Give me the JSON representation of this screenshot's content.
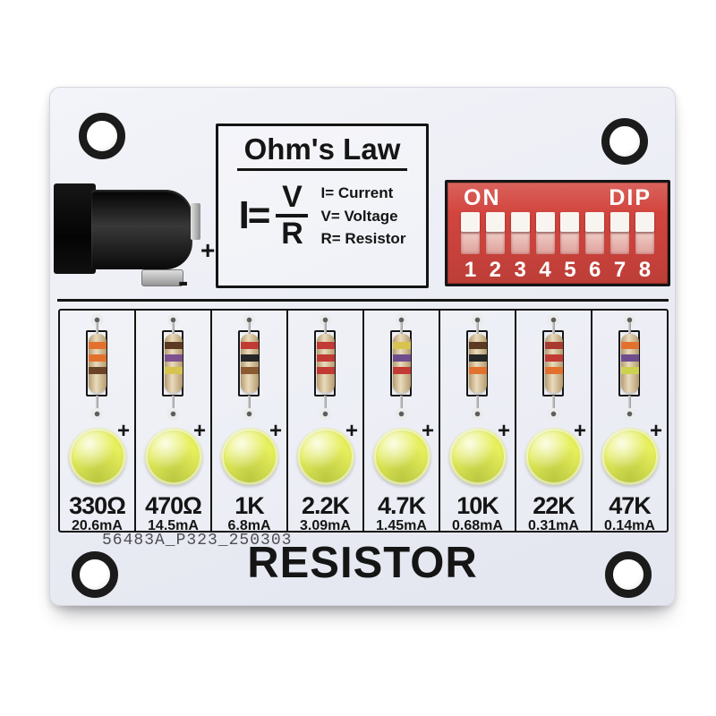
{
  "board_code": "56483A_P323_250303",
  "board_title": "RESISTOR",
  "dc_jack": {
    "plus_label": "+",
    "minus_label": "-"
  },
  "ohms_law": {
    "title": "Ohm's Law",
    "formula_left": "I=",
    "numerator": "V",
    "denominator": "R",
    "legend_i": "I= Current",
    "legend_v": "V= Voltage",
    "legend_r": "R= Resistor"
  },
  "dip_switch": {
    "on_label": "ON",
    "dip_label": "DIP",
    "positions": [
      "1",
      "2",
      "3",
      "4",
      "5",
      "6",
      "7",
      "8"
    ],
    "body_color": "#d2453e"
  },
  "led_plus_label": "+",
  "channels": [
    {
      "resistance": "330Ω",
      "current": "20.6mA",
      "bands": [
        "#e2712e",
        "#e2712e",
        "#6b4226"
      ]
    },
    {
      "resistance": "470Ω",
      "current": "14.5mA",
      "bands": [
        "#5c3a22",
        "#7d5190",
        "#d6c44e"
      ]
    },
    {
      "resistance": "1K",
      "current": "6.8mA",
      "bands": [
        "#c13a34",
        "#262626",
        "#8a5a30"
      ]
    },
    {
      "resistance": "2.2K",
      "current": "3.09mA",
      "bands": [
        "#c13a34",
        "#c13a34",
        "#c13a34"
      ]
    },
    {
      "resistance": "4.7K",
      "current": "1.45mA",
      "bands": [
        "#d6c44e",
        "#6f4d8c",
        "#c13a34"
      ]
    },
    {
      "resistance": "10K",
      "current": "0.68mA",
      "bands": [
        "#5c3a22",
        "#262626",
        "#e2712e"
      ]
    },
    {
      "resistance": "22K",
      "current": "0.31mA",
      "bands": [
        "#a83a30",
        "#c13a34",
        "#e2712e"
      ]
    },
    {
      "resistance": "47K",
      "current": "0.14mA",
      "bands": [
        "#e2712e",
        "#6f4d8c",
        "#cdd14e"
      ]
    }
  ],
  "colors": {
    "board": "#eceff6",
    "dip_red": "#d2453e",
    "led": "#e6ef5c",
    "resistor_body": "#dcc494",
    "silkscreen": "#151515"
  }
}
